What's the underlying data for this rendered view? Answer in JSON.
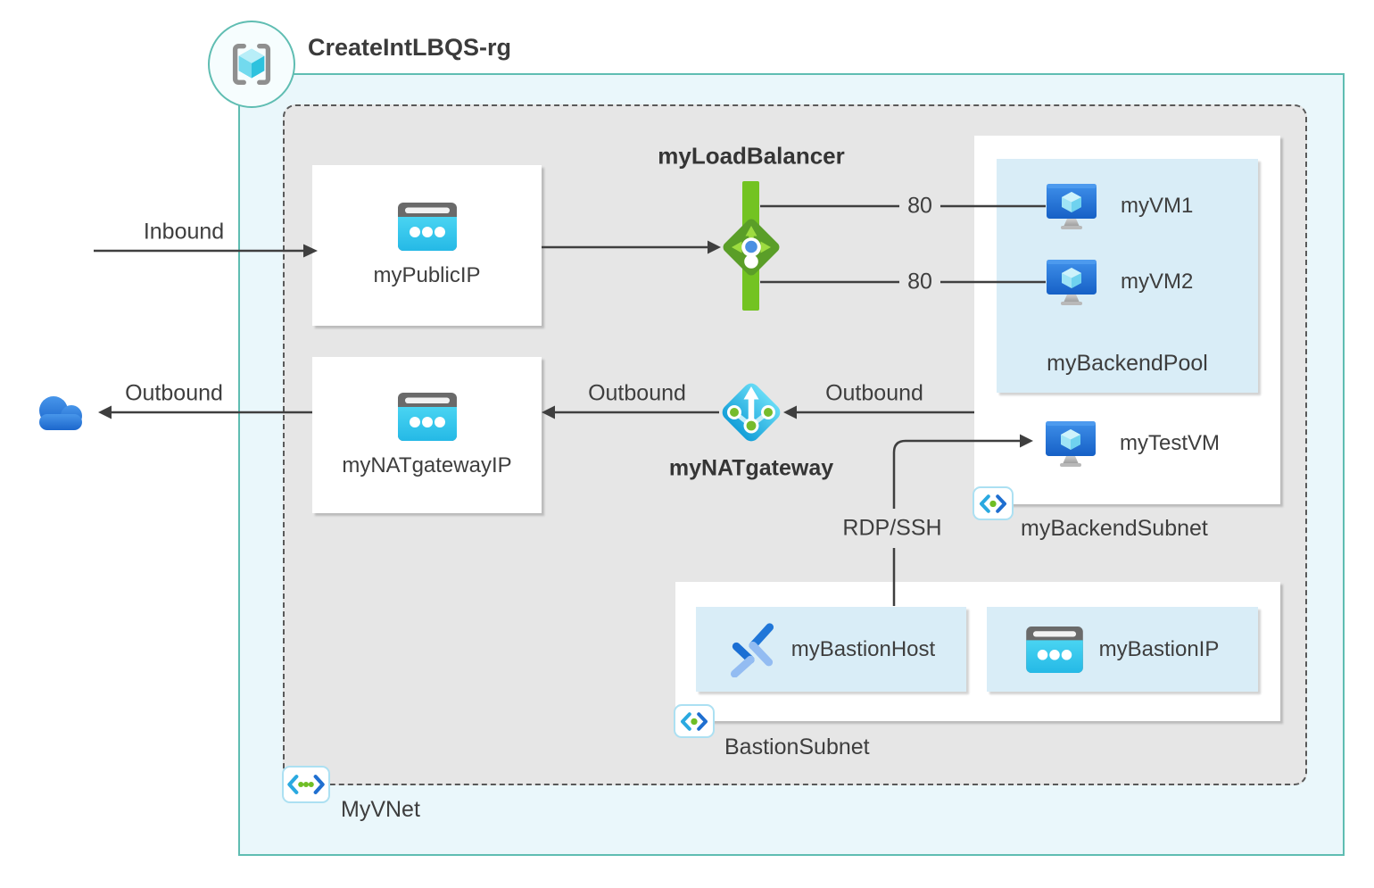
{
  "header": {
    "resource_group_title": "CreateIntLBQS-rg"
  },
  "vnet": {
    "label": "MyVNet"
  },
  "load_balancer": {
    "title": "myLoadBalancer"
  },
  "nat_gateway": {
    "title": "myNATgateway"
  },
  "nodes": {
    "public_ip": "myPublicIP",
    "nat_gateway_ip": "myNATgatewayIP",
    "vm1": "myVM1",
    "vm2": "myVM2",
    "backend_pool": "myBackendPool",
    "test_vm": "myTestVM",
    "backend_subnet": "myBackendSubnet",
    "bastion_host": "myBastionHost",
    "bastion_ip": "myBastionIP",
    "bastion_subnet": "BastionSubnet"
  },
  "flows": {
    "inbound": "Inbound",
    "outbound_to_internet": "Outbound",
    "outbound_nat_to_ip": "Outbound",
    "outbound_subnet_to_nat": "Outbound",
    "port_vm1": "80",
    "port_vm2": "80",
    "rdp_ssh": "RDP/SSH"
  },
  "icons": [
    "resource-group-icon",
    "virtual-network-icon",
    "subnet-icon",
    "public-ip-icon",
    "load-balancer-icon",
    "nat-gateway-icon",
    "virtual-machine-icon",
    "bastion-icon",
    "cloud-icon"
  ],
  "colors": {
    "resource_group_border": "#5fbdb2",
    "resource_group_fill": "#eaf7fb",
    "vnet_fill": "#e6e6e6",
    "vnet_border": "#595959",
    "pool_fill": "#d9edf7",
    "card_fill": "#ffffff",
    "line": "#3f3f3f",
    "lb_green": "#73c322",
    "lb_diamond_green": "#5a9e28",
    "nat_cyan": "#2cb9e8",
    "ip_cyan": "#35c8ee",
    "vm_blue": "#2176d2",
    "cloud_blue": "#2e80e0",
    "text": "#3d3d3d"
  }
}
